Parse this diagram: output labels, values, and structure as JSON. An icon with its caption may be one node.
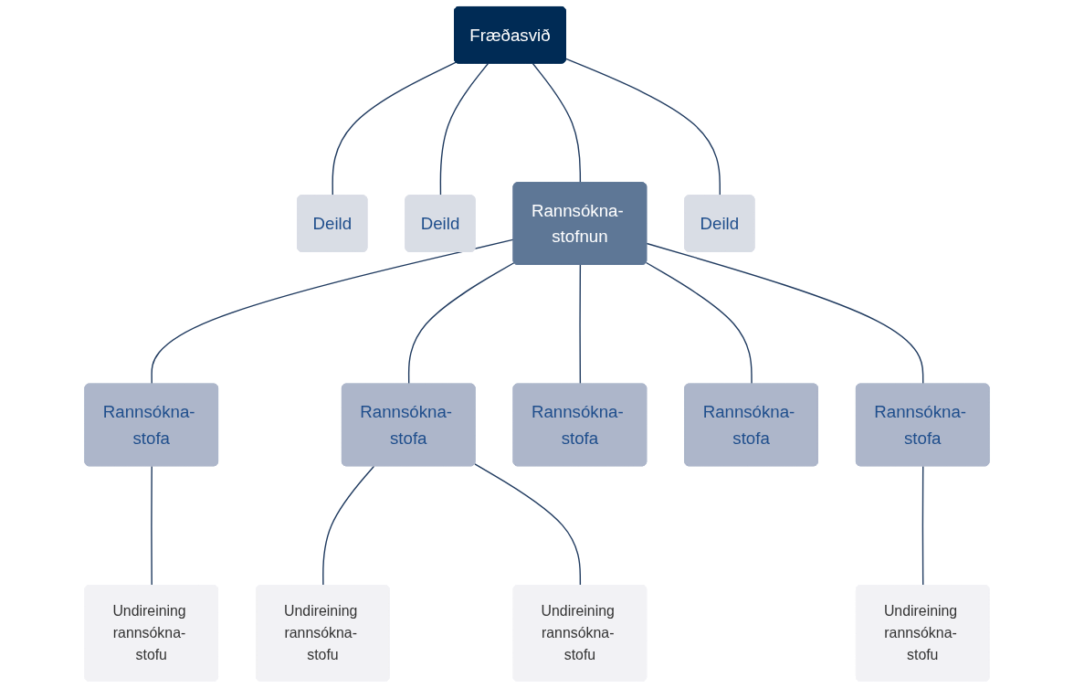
{
  "diagram": {
    "nodes": [
      {
        "text": [
          "Fræðasvið"
        ]
      },
      {
        "text": [
          "Deild"
        ]
      },
      {
        "text": [
          "Deild"
        ]
      },
      {
        "text": [
          "Rannsókna- stofnun"
        ]
      },
      {
        "text": [
          "Deild"
        ]
      },
      {
        "text": [
          "Rannsókna- stofa"
        ]
      },
      {
        "text": [
          "Rannsókna- stofa"
        ]
      },
      {
        "text": [
          "Rannsókna- stofa"
        ]
      },
      {
        "text": [
          "Rannsókna- stofa"
        ]
      },
      {
        "text": [
          "Rannsókna- stofa"
        ]
      },
      {
        "text": [
          "Undireining rannsókna- stofu"
        ]
      },
      {
        "text": [
          "Undireining rannsókna- stofu"
        ]
      },
      {
        "text": [
          "Undireining rannsókna- stofu"
        ]
      },
      {
        "text": [
          "Undireining rannsókna- stofu"
        ]
      }
    ],
    "edges": [
      {
        "from": 0,
        "to": 1,
        "arrow": "none"
      },
      {
        "from": 0,
        "to": 2,
        "arrow": "none"
      },
      {
        "from": 0,
        "to": 3,
        "arrow": "none"
      },
      {
        "from": 0,
        "to": 4,
        "arrow": "none"
      },
      {
        "from": 3,
        "to": 5,
        "arrow": "none"
      },
      {
        "from": 3,
        "to": 6,
        "arrow": "none"
      },
      {
        "from": 3,
        "to": 7,
        "arrow": "none"
      },
      {
        "from": 3,
        "to": 8,
        "arrow": "none"
      },
      {
        "from": 3,
        "to": 9,
        "arrow": "none"
      },
      {
        "from": 5,
        "to": 10,
        "arrow": "none"
      },
      {
        "from": 6,
        "to": 11,
        "arrow": "none"
      },
      {
        "from": 6,
        "to": 12,
        "arrow": "none"
      },
      {
        "from": 9,
        "to": 13,
        "arrow": "none"
      }
    ]
  }
}
